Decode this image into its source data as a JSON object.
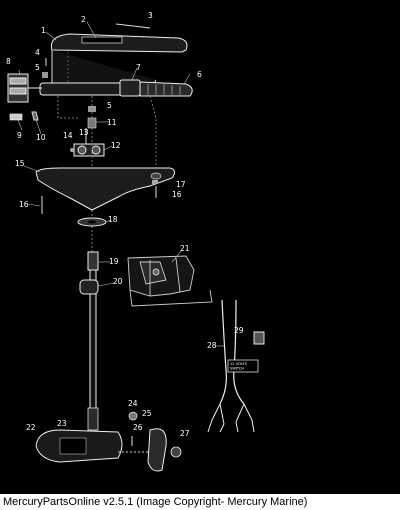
{
  "diagram": {
    "part_numbers": [
      "1",
      "2",
      "3",
      "4",
      "5",
      "6",
      "7",
      "8",
      "9",
      "10",
      "11",
      "12",
      "13",
      "14",
      "15",
      "16",
      "16",
      "17",
      "18",
      "19",
      "20",
      "21",
      "22",
      "23",
      "24",
      "25",
      "26",
      "27",
      "28",
      "29",
      "5"
    ],
    "decal_text": "12 VOLTS\nSWITCH"
  },
  "footer": {
    "caption": "MercuryPartsOnline v2.5.1 (Image Copyright- Mercury Marine)"
  }
}
